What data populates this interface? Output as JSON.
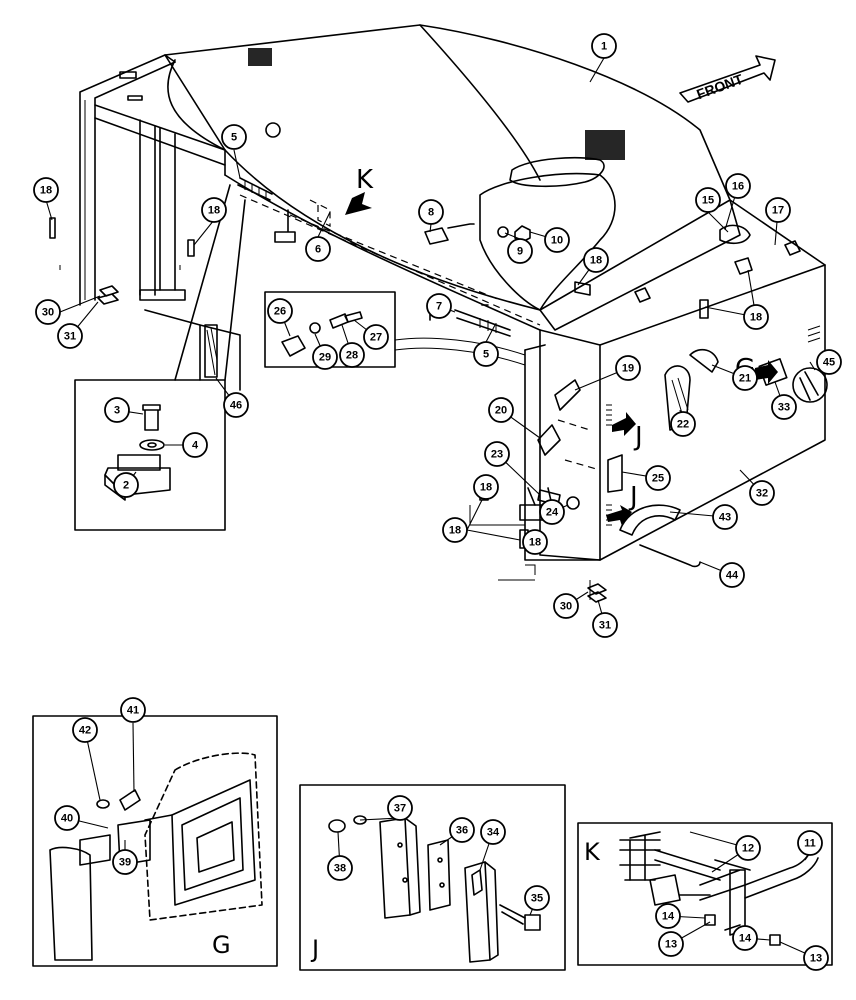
{
  "views": {
    "main_K": "K",
    "main_G": "G",
    "main_J1": "J",
    "main_J2": "J",
    "inset_G": "G",
    "inset_J": "J",
    "inset_K": "K"
  },
  "front_label": "FRONT",
  "callouts": [
    {
      "n": "1"
    },
    {
      "n": "5"
    },
    {
      "n": "5"
    },
    {
      "n": "6"
    },
    {
      "n": "7"
    },
    {
      "n": "8"
    },
    {
      "n": "9"
    },
    {
      "n": "10"
    },
    {
      "n": "18"
    },
    {
      "n": "18"
    },
    {
      "n": "18"
    },
    {
      "n": "18"
    },
    {
      "n": "18"
    },
    {
      "n": "18"
    },
    {
      "n": "18"
    },
    {
      "n": "30"
    },
    {
      "n": "31"
    },
    {
      "n": "46"
    },
    {
      "n": "3"
    },
    {
      "n": "4"
    },
    {
      "n": "2"
    },
    {
      "n": "26"
    },
    {
      "n": "27"
    },
    {
      "n": "28"
    },
    {
      "n": "29"
    },
    {
      "n": "15"
    },
    {
      "n": "16"
    },
    {
      "n": "17"
    },
    {
      "n": "19"
    },
    {
      "n": "20"
    },
    {
      "n": "21"
    },
    {
      "n": "22"
    },
    {
      "n": "23"
    },
    {
      "n": "24"
    },
    {
      "n": "25"
    },
    {
      "n": "32"
    },
    {
      "n": "33"
    },
    {
      "n": "43"
    },
    {
      "n": "44"
    },
    {
      "n": "45"
    },
    {
      "n": "30"
    },
    {
      "n": "31"
    },
    {
      "n": "41"
    },
    {
      "n": "42"
    },
    {
      "n": "40"
    },
    {
      "n": "39"
    },
    {
      "n": "37"
    },
    {
      "n": "38"
    },
    {
      "n": "36"
    },
    {
      "n": "34"
    },
    {
      "n": "35"
    },
    {
      "n": "11"
    },
    {
      "n": "12"
    },
    {
      "n": "14"
    },
    {
      "n": "14"
    },
    {
      "n": "13"
    },
    {
      "n": "13"
    }
  ]
}
